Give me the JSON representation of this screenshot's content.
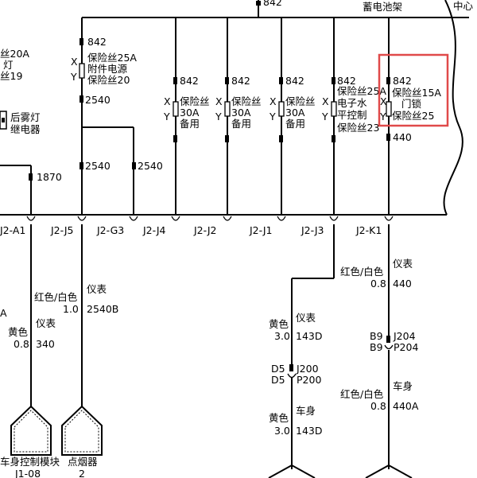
{
  "top": {
    "main_circuit": "842",
    "battery_box": "蓄电池架",
    "center_partial": "中心"
  },
  "left_partial": {
    "fuse_line1": "丝20A",
    "fuse_line2": "灯",
    "fuse_line3": "丝19",
    "relay_line1": "后雾灯",
    "relay_line2": "继电器",
    "circuit_1870": "1870"
  },
  "fuses": {
    "f25": {
      "top_circuit": "842",
      "name": "保险丝25A",
      "desc": "附件电源",
      "id": "保险丝20",
      "bottom_circuit": "2540",
      "x_mark": "X",
      "y_mark": "Y"
    },
    "spare1": {
      "top_circuit": "842",
      "name": "保险丝",
      "rating": "30A",
      "desc": "备用",
      "x_mark": "X",
      "y_mark": "Y"
    },
    "spare2": {
      "top_circuit": "842",
      "name": "保险丝",
      "rating": "30A",
      "desc": "备用",
      "x_mark": "X",
      "y_mark": "Y"
    },
    "spare3": {
      "top_circuit": "842",
      "name": "保险丝",
      "rating": "30A",
      "desc": "备用",
      "x_mark": "X",
      "y_mark": "Y"
    },
    "f23": {
      "top_circuit": "842",
      "name": "保险丝25A",
      "desc1": "电子水",
      "desc2": "平控制",
      "id": "保险丝23",
      "x_mark": "X",
      "y_mark": "Y"
    },
    "f25b": {
      "top_circuit": "842",
      "name": "保险丝15A",
      "desc": "门锁",
      "id": "保险丝25",
      "bottom_circuit": "440",
      "x_mark": "X",
      "y_mark": "Y"
    }
  },
  "circuits": {
    "c2540_a": "2540",
    "c2540_b": "2540"
  },
  "connectors": [
    "J2-A1",
    "J2-J5",
    "J2-G3",
    "J2-J4",
    "J2-J2",
    "J2-J1",
    "J2-J3",
    "J2-K1"
  ],
  "wires": {
    "a": {
      "color_partial": "A",
      "color": "黄色",
      "gauge": "0.8",
      "system": "仪表",
      "circuit": "340"
    },
    "j5": {
      "color": "红色/白色",
      "gauge": "1.0",
      "system": "仪表",
      "circuit": "2540B"
    },
    "j3_upper": {
      "color": "黄色",
      "gauge": "3.0",
      "system": "仪表",
      "circuit": "143D"
    },
    "j3_lower": {
      "color": "黄色",
      "gauge": "3.0",
      "system": "车身",
      "circuit": "143D"
    },
    "k1_upper": {
      "color": "红色/白色",
      "gauge": "0.8",
      "system": "仪表",
      "circuit": "440"
    },
    "k1_lower": {
      "color": "红色/白色",
      "gauge": "0.8",
      "system": "车身",
      "circuit": "440A"
    }
  },
  "inline_connectors": {
    "d5": {
      "upper_pin": "D5",
      "upper_name": "J200",
      "lower_pin": "D5",
      "lower_name": "P200"
    },
    "b9": {
      "upper_pin": "B9",
      "upper_name": "J204",
      "lower_pin": "B9",
      "lower_name": "P204"
    }
  },
  "components": {
    "body_module": {
      "name": "车身控制模块",
      "pin": "J1-08"
    },
    "lighter": {
      "name": "点烟器",
      "pin": "2"
    }
  },
  "highlight_color": "#e04a4a"
}
